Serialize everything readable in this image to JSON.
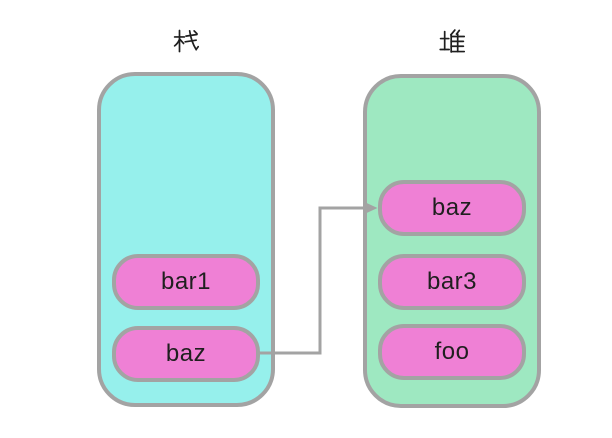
{
  "colors": {
    "background": "#ffffff",
    "stack_fill": "#96f0ec",
    "heap_fill": "#9ee8c1",
    "pill_fill": "#ef80d5",
    "border": "#a3a3a3",
    "line": "#a3a3a3",
    "text": "#1f1f1f"
  },
  "stack": {
    "title": "栈",
    "items": [
      "bar1",
      "baz"
    ]
  },
  "heap": {
    "title": "堆",
    "items": [
      "baz",
      "bar3",
      "foo"
    ]
  },
  "pointer": {
    "from": "baz",
    "from_region": "栈",
    "to": "baz",
    "to_region": "堆"
  }
}
